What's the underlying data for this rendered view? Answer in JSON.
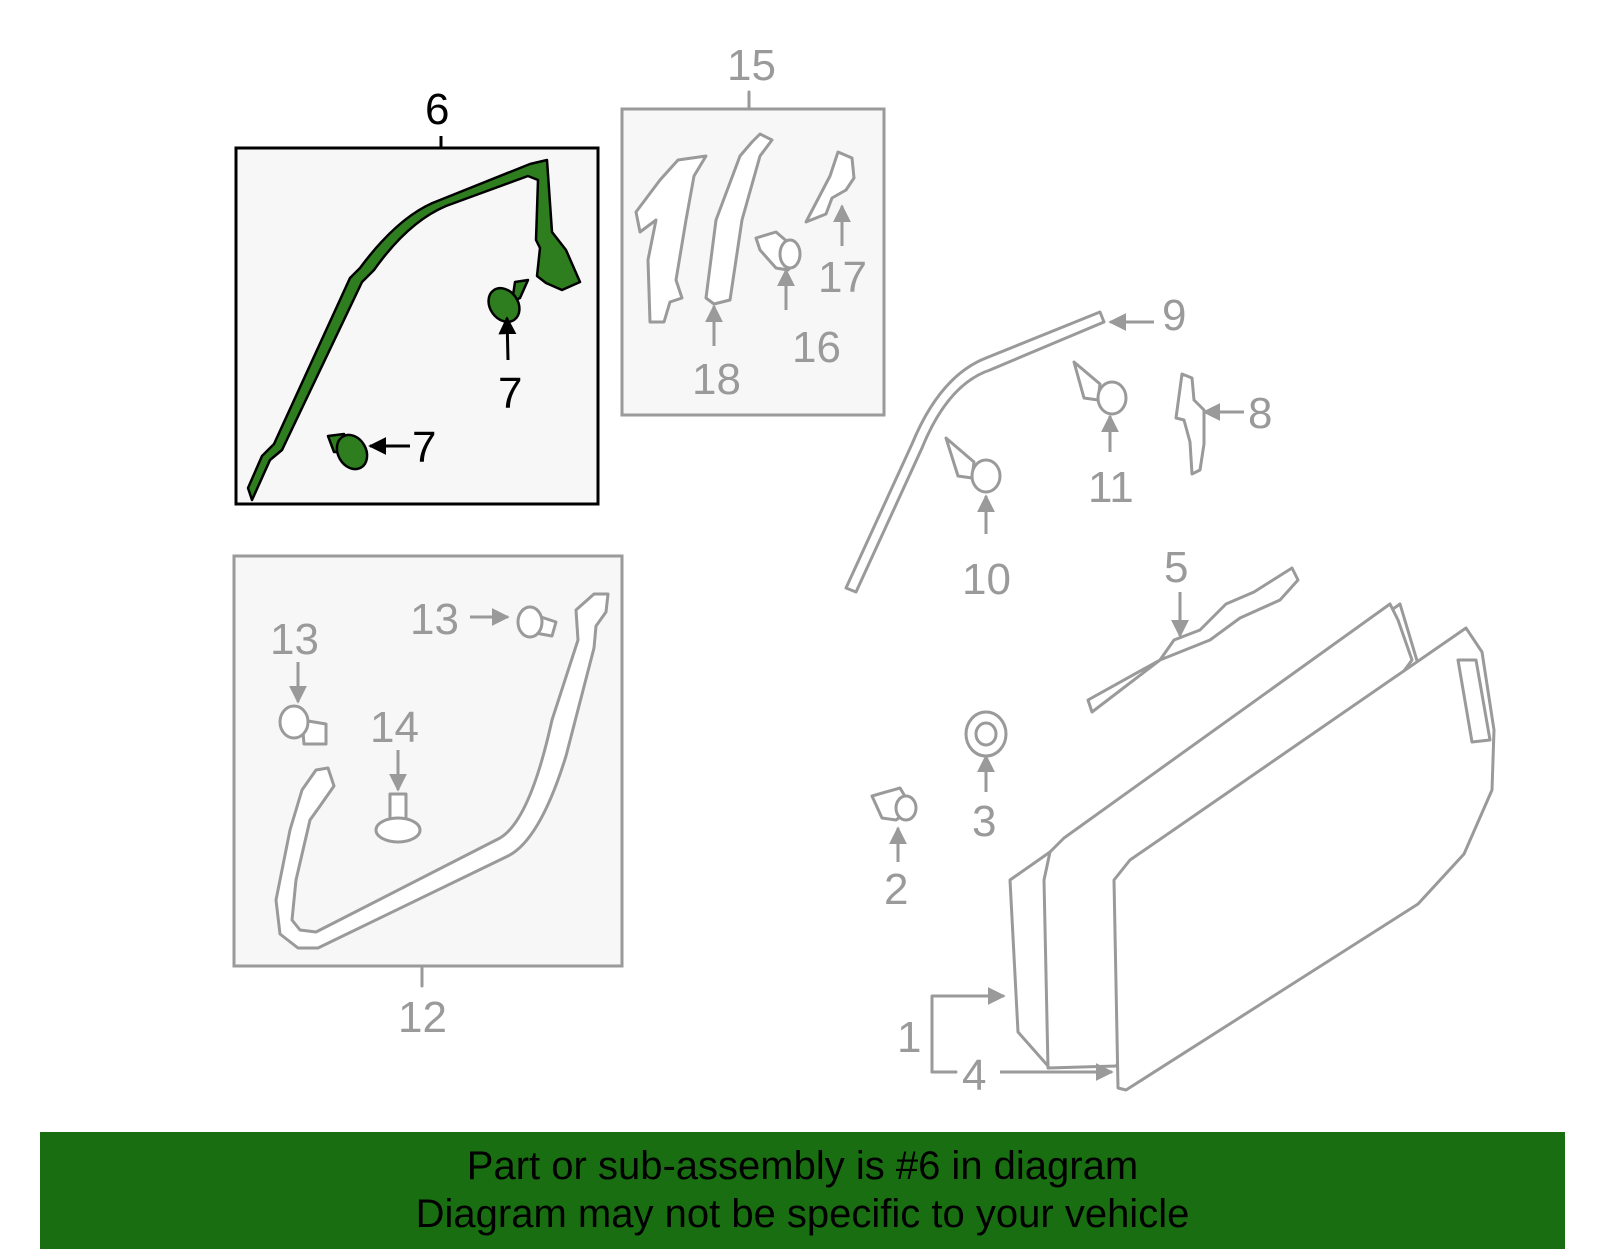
{
  "diagram": {
    "callouts": {
      "c1": "1",
      "c2": "2",
      "c3": "3",
      "c4": "4",
      "c5": "5",
      "c6": "6",
      "c7a": "7",
      "c7b": "7",
      "c8": "8",
      "c9": "9",
      "c10": "10",
      "c11": "11",
      "c12": "12",
      "c13a": "13",
      "c13b": "13",
      "c14": "14",
      "c15": "15",
      "c16": "16",
      "c17": "17",
      "c18": "18"
    },
    "highlight_color": "#2e7d1e",
    "line_color": "#9a9a9a",
    "selected_part": "6"
  },
  "banner": {
    "line1": "Part or sub-assembly is #6 in diagram",
    "line2": "Diagram may not be specific to your vehicle",
    "background": "#1a6e12"
  }
}
